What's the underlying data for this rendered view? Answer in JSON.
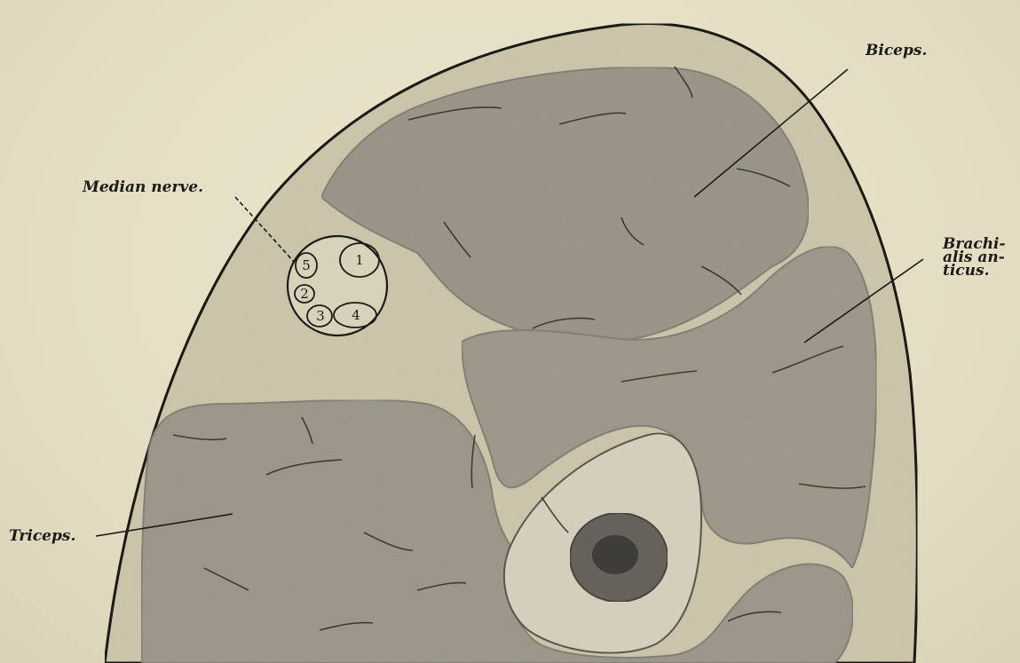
{
  "labels": {
    "biceps": "Biceps.",
    "median_nerve": "Median nerve.",
    "brachialis": "Brachi-\nalis an-\nticus.",
    "triceps": "Triceps."
  },
  "nerve_bundles": [
    "1",
    "2",
    "3",
    "4",
    "5"
  ],
  "colors": {
    "paper": "#e6e0c8",
    "section": "#d3ccb1",
    "muscle": "#a09b8e",
    "muscle_dark": "#8f8a7e",
    "bone": "#d4cfbd",
    "marrow": "#6a6760",
    "ink": "#1c1b17"
  }
}
